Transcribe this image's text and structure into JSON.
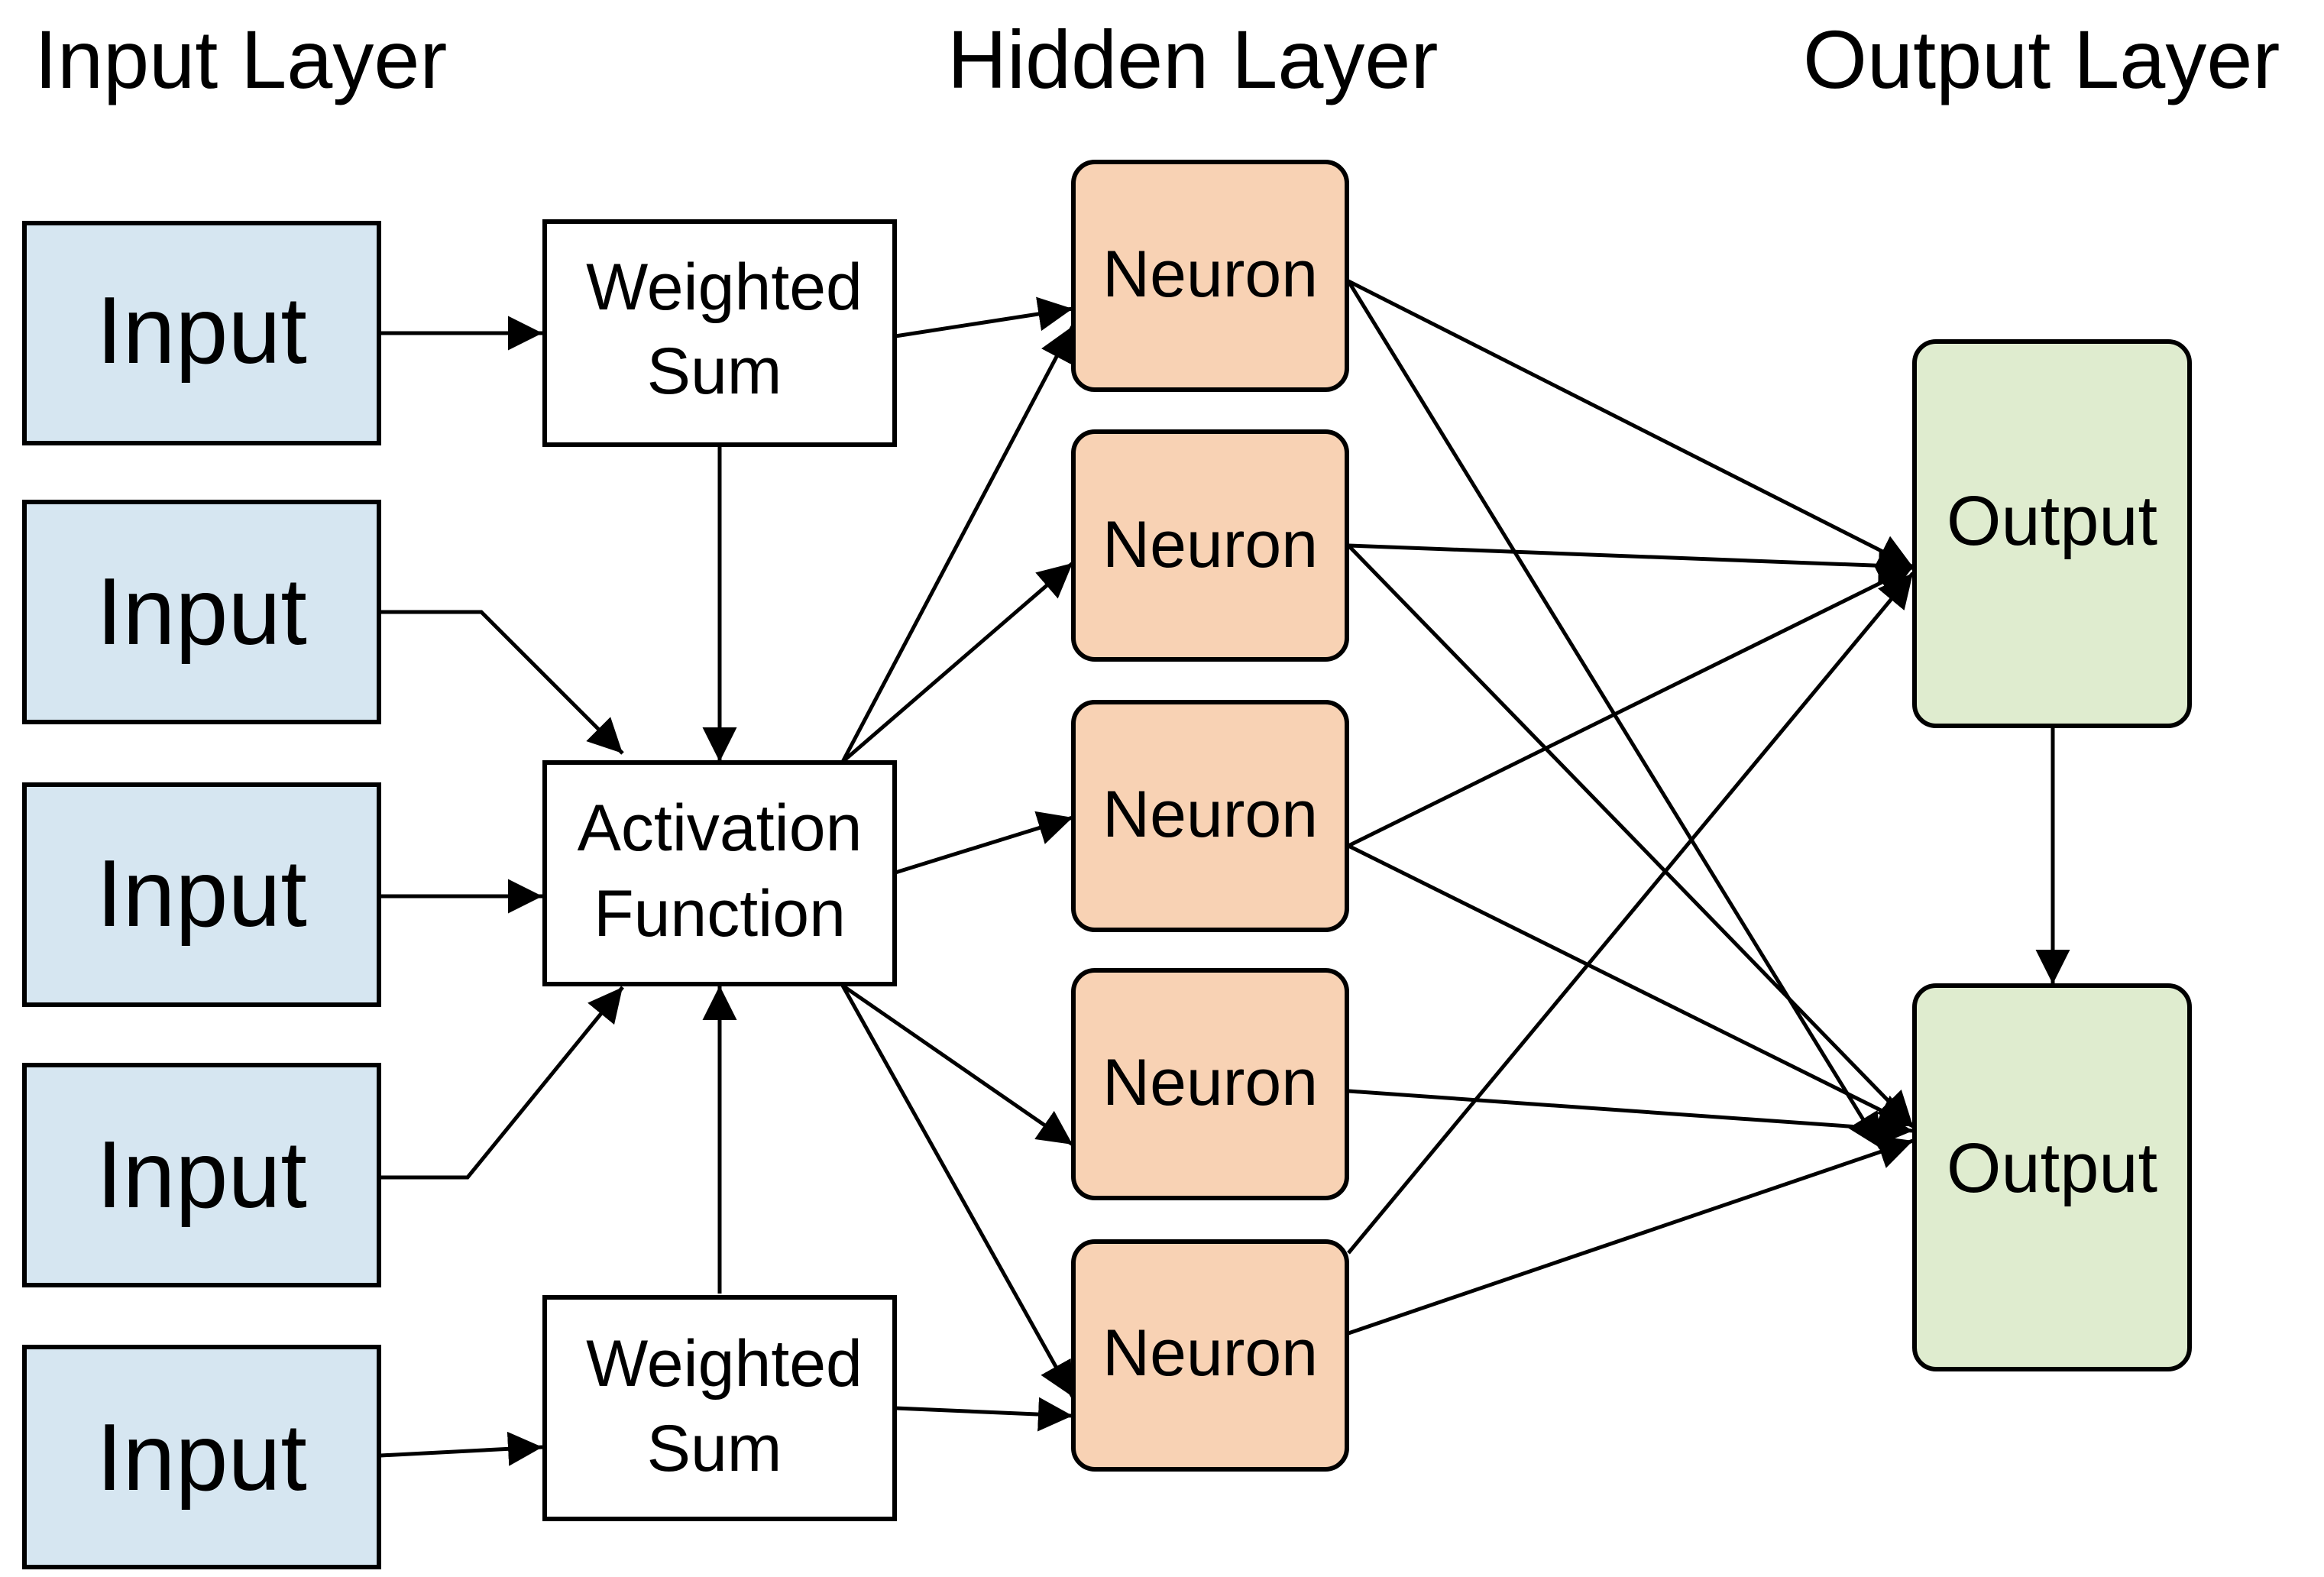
{
  "layers": {
    "input": "Input Layer",
    "hidden": "Hidden Layer",
    "output": "Output Layer"
  },
  "colors": {
    "input_fill": "#d6e6f1",
    "neuron_fill": "#f8d2b4",
    "output_fill": "#dfeccf",
    "box_fill": "#ffffff",
    "stroke": "#000000"
  },
  "inputs": [
    "Input",
    "Input",
    "Input",
    "Input",
    "Input"
  ],
  "weighted_sum_top": [
    "Weighted",
    "Sum"
  ],
  "activation": [
    "Activation",
    "Function"
  ],
  "weighted_sum_bottom": [
    "Weighted",
    "Sum"
  ],
  "neurons": [
    "Neuron",
    "Neuron",
    "Neuron",
    "Neuron",
    "Neuron"
  ],
  "outputs": [
    "Output",
    "Output"
  ]
}
